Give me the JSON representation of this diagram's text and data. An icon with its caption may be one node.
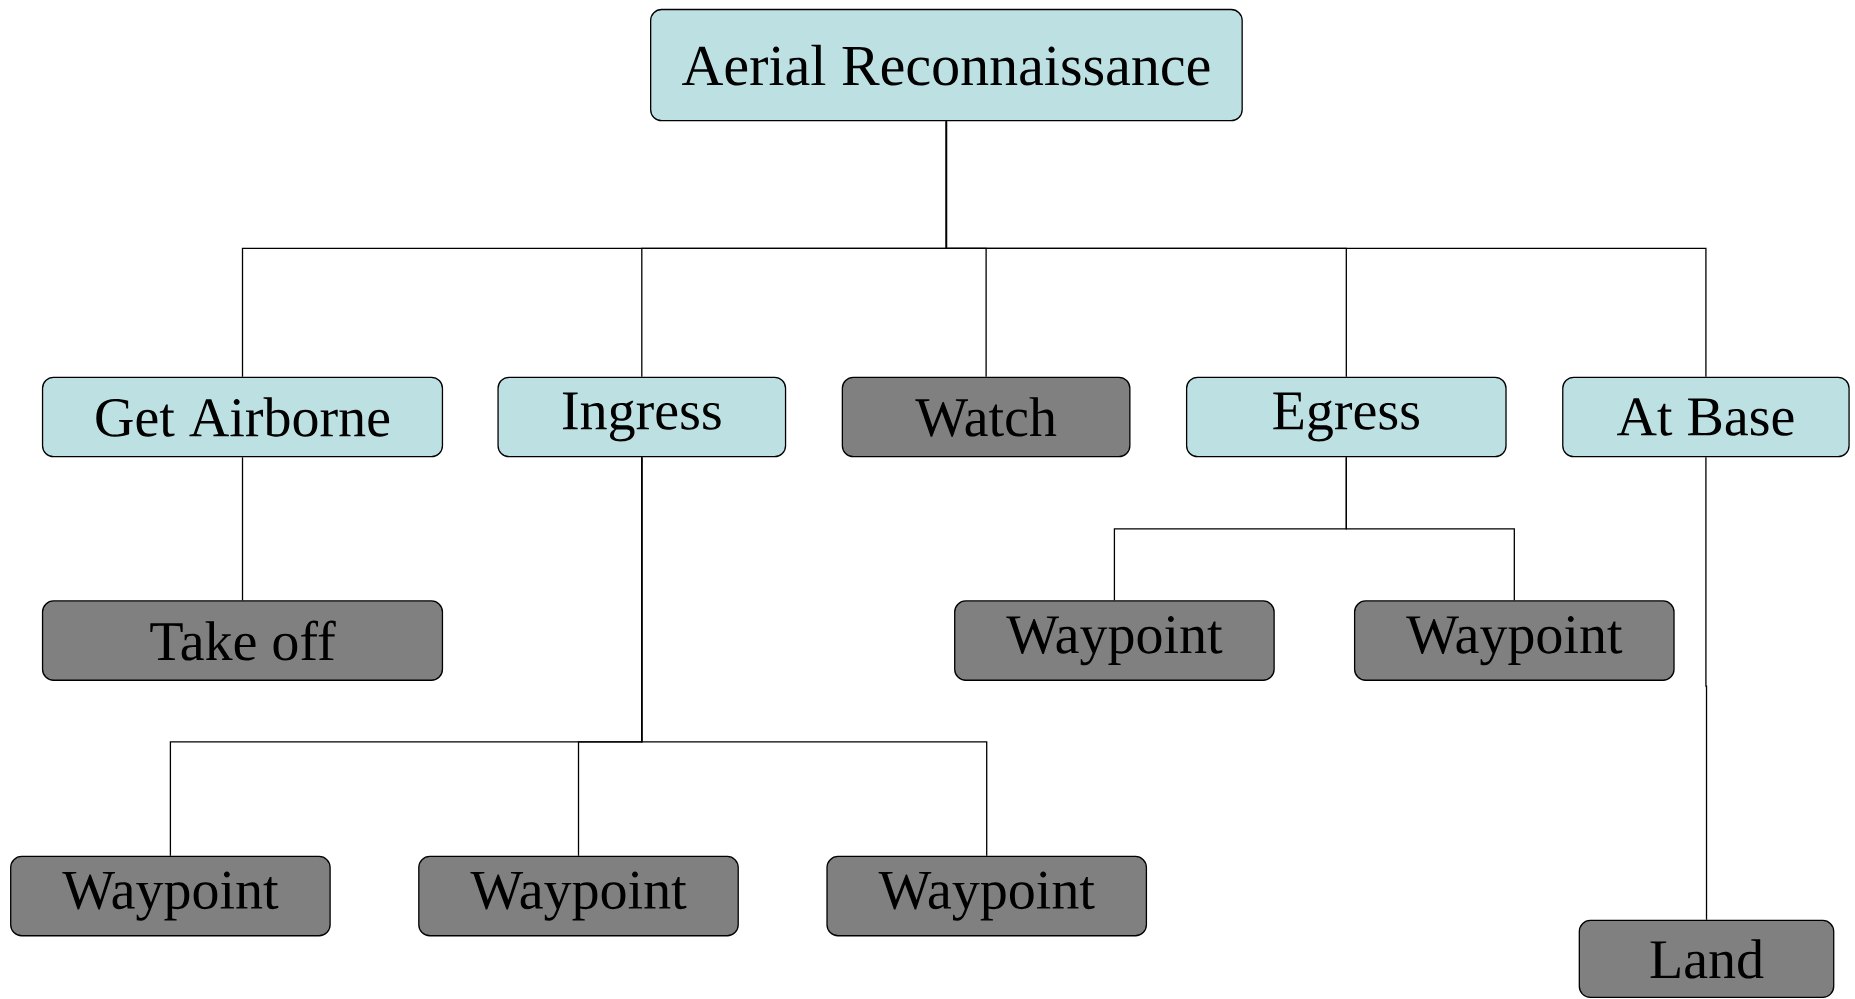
{
  "diagram": {
    "nodes": [
      {
        "text": [
          "Aerial Reconnaissance"
        ]
      },
      {
        "text": [
          "Get Airborne"
        ]
      },
      {
        "text": [
          "Ingress"
        ]
      },
      {
        "text": [
          "Watch"
        ]
      },
      {
        "text": [
          "Egress"
        ]
      },
      {
        "text": [
          "At Base"
        ]
      },
      {
        "text": [
          "Take off"
        ]
      },
      {
        "text": [
          "Waypoint"
        ]
      },
      {
        "text": [
          "Waypoint"
        ]
      },
      {
        "text": [
          "Waypoint"
        ]
      },
      {
        "text": [
          "Waypoint"
        ]
      },
      {
        "text": [
          "Waypoint"
        ]
      },
      {
        "text": [
          "Land"
        ]
      }
    ],
    "edges": [
      {
        "from": 0,
        "to": 1,
        "arrow": "none"
      },
      {
        "from": 0,
        "to": 2,
        "arrow": "none"
      },
      {
        "from": 0,
        "to": 3,
        "arrow": "none"
      },
      {
        "from": 0,
        "to": 4,
        "arrow": "none"
      },
      {
        "from": 0,
        "to": 5,
        "arrow": "none"
      },
      {
        "from": 1,
        "to": 6,
        "arrow": "none"
      },
      {
        "from": 4,
        "to": 7,
        "arrow": "none"
      },
      {
        "from": 4,
        "to": 8,
        "arrow": "none"
      },
      {
        "from": 2,
        "to": 9,
        "arrow": "none"
      },
      {
        "from": 2,
        "to": 10,
        "arrow": "none"
      },
      {
        "from": 2,
        "to": 11,
        "arrow": "none"
      },
      {
        "from": 5,
        "to": 12,
        "arrow": "none"
      }
    ]
  }
}
